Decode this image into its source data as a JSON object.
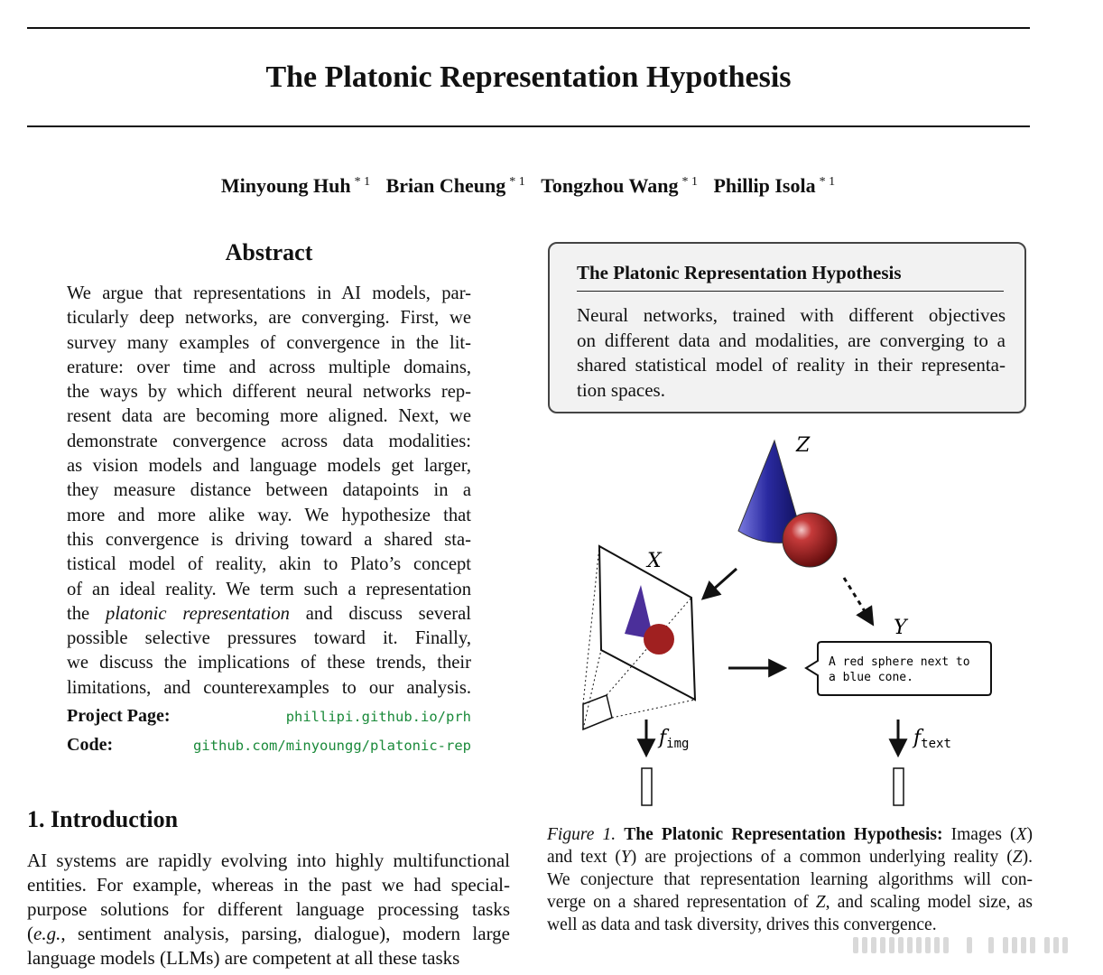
{
  "title": "The Platonic Representation Hypothesis",
  "authors": [
    {
      "name": "Minyoung Huh",
      "affil": "* 1"
    },
    {
      "name": "Brian Cheung",
      "affil": "* 1"
    },
    {
      "name": "Tongzhou Wang",
      "affil": "* 1"
    },
    {
      "name": "Phillip Isola",
      "affil": "* 1"
    }
  ],
  "abstract": {
    "heading": "Abstract",
    "lines": [
      "We argue that representations in AI models, par-",
      "ticularly deep networks, are converging. First, we",
      "survey many examples of convergence in the lit-",
      "erature: over time and across multiple domains,",
      "the ways by which different neural networks rep-",
      "resent data are becoming more aligned. Next, we",
      "demonstrate convergence across data modalities:",
      "as vision models and language models get larger,",
      "they measure distance between datapoints in a",
      "more and more alike way. We hypothesize that",
      "this convergence is driving toward a shared sta-",
      "tistical model of reality, akin to Plato’s concept",
      "of an ideal reality. We term such a representation"
    ],
    "line14_pre": "the",
    "line14_em": "platonic representation",
    "line14_post": "and discuss several",
    "lines_end": [
      "possible selective pressures toward it.  Finally,",
      "we discuss the implications of these trends, their",
      "limitations, and counterexamples to our analysis."
    ]
  },
  "links": {
    "project_label": "Project Page:",
    "project_url": "phillipi.github.io/prh",
    "code_label": "Code:",
    "code_url": "github.com/minyoungg/platonic-rep"
  },
  "intro": {
    "heading": "1. Introduction",
    "lines": [
      "AI systems are rapidly evolving into highly multifunctional",
      "entities. For example, whereas in the past we had special-",
      "purpose solutions for different language processing tasks"
    ],
    "line4_em": "e.g.",
    "line4_post": ", sentiment analysis, parsing, dialogue), modern large",
    "line5": "language models (LLMs) are competent at all these tasks"
  },
  "hypothesis_box": {
    "title": "The Platonic Representation Hypothesis",
    "lines": [
      "Neural networks, trained with different objectives",
      "on different data and modalities, are converging to a",
      "shared statistical model of reality in their representa-",
      "tion spaces."
    ]
  },
  "figure": {
    "label_z": "Z",
    "label_x": "X",
    "label_y": "Y",
    "text_line1": "A red sphere next to",
    "text_line2": "a blue cone.",
    "f": "f",
    "f_img_sub": "img",
    "f_text_sub": "text"
  },
  "caption": {
    "fig_label": "Figure 1.",
    "fig_title": "The Platonic Representation Hypothesis:",
    "l1_post": " Images (",
    "x": "X",
    "l1_end": ")",
    "l2_pre": "and text (",
    "y": "Y",
    "l2_mid": ") are projections of a common underlying reality (",
    "z": "Z",
    "l2_end": ").",
    "l3": "We conjecture that representation learning algorithms will con-",
    "l4_pre": "verge on a shared representation of ",
    "l4_post": ", and scaling model size, as",
    "l5": "well as data and task diversity, drives this convergence."
  },
  "colors": {
    "link_green": "#1a8a3a",
    "cone_blue": "#2a2aa0",
    "sphere_red": "#a31d1d",
    "box_bg": "#f2f2f2"
  }
}
